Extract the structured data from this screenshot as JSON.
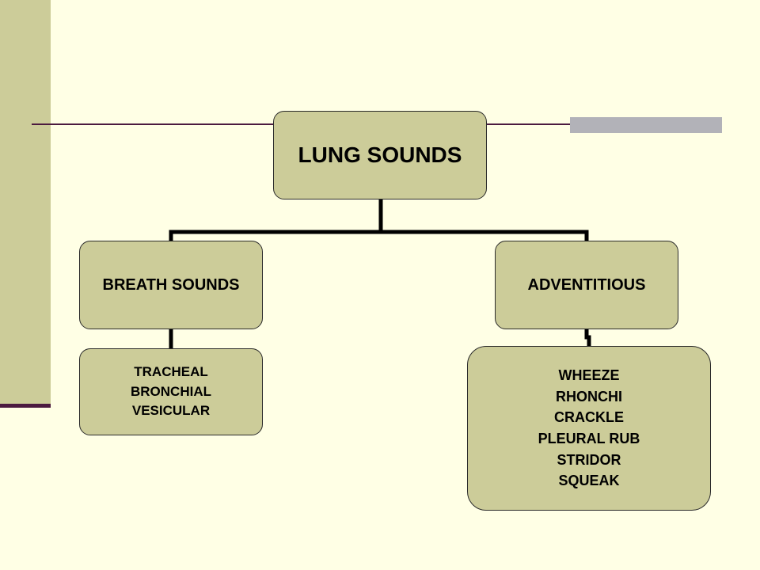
{
  "diagram": {
    "root": {
      "label": "LUNG SOUNDS"
    },
    "branches": [
      {
        "label": "BREATH SOUNDS",
        "items": [
          "TRACHEAL",
          "BRONCHIAL",
          "VESICULAR"
        ]
      },
      {
        "label": "ADVENTITIOUS",
        "items": [
          "WHEEZE",
          "RHONCHI",
          "CRACKLE",
          "PLEURAL RUB",
          "STRIDOR",
          "SQUEAK"
        ]
      }
    ]
  },
  "colors": {
    "background": "#ffffe5",
    "node_fill": "#cccc99",
    "accent": "#4b1a3f",
    "accent_gray": "#b2b2b8"
  }
}
